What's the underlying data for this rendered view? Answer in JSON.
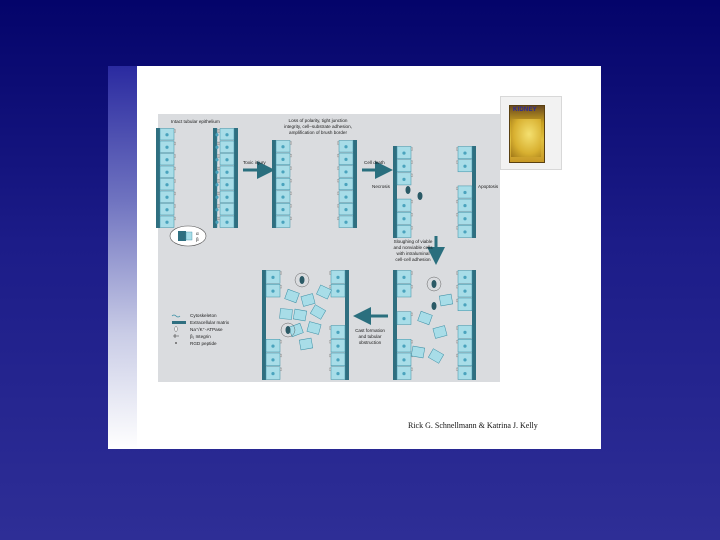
{
  "book": {
    "title": "KIDNEY"
  },
  "credit": "Rick G. Schnellmann & Katrina J. Kelly",
  "figure": {
    "titles": {
      "intact": "Intact tubular epithelium",
      "loss": [
        "Loss of polarity, tight junction",
        "integrity, cell–substrate adhesion,",
        "amplification of brush border"
      ]
    },
    "arrows": {
      "toxic": "Toxic injury",
      "cell_death": "Cell death",
      "sloughing": [
        "Sloughing of viable",
        "and nonviable cells",
        "with intraluminal",
        "cell-cell adhesion"
      ],
      "cast": [
        "Cast formation",
        "and tubular",
        "obstruction"
      ]
    },
    "outcomes": {
      "necrosis": "Necrosis",
      "apoptosis": "Apoptosis"
    },
    "inset_labels": {
      "alpha": "α",
      "beta": "β"
    },
    "legend": [
      {
        "key": "cytoskeleton",
        "label": "Cytoskeleton"
      },
      {
        "key": "ecm",
        "label": "Extracellular matrix"
      },
      {
        "key": "atpase",
        "label": "Na⁺/K⁺-ATPase"
      },
      {
        "key": "integrin",
        "label": "β₁ Integrin"
      },
      {
        "key": "rgd",
        "label": "RGD peptide"
      }
    ],
    "colors": {
      "matrix": "#2f6f80",
      "cell": "#a8dde8",
      "cell_border": "#3b8fa5",
      "nucleus": "#4aa3bd",
      "arrow": "#2a6f7e"
    }
  }
}
